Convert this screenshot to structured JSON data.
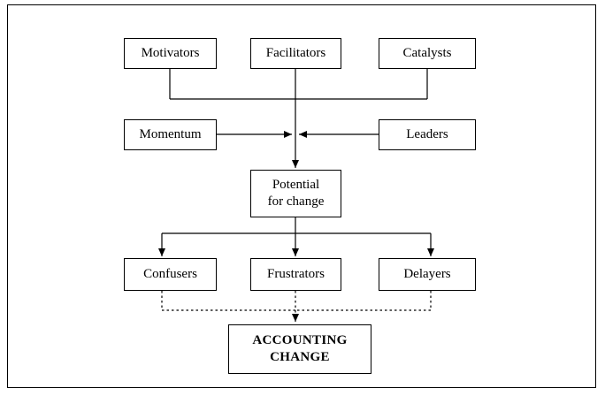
{
  "diagram": {
    "nodes": {
      "motivators": {
        "label": "Motivators"
      },
      "facilitators": {
        "label": "Facilitators"
      },
      "catalysts": {
        "label": "Catalysts"
      },
      "momentum": {
        "label": "Momentum"
      },
      "leaders": {
        "label": "Leaders"
      },
      "potential_for_change": {
        "lines": [
          "Potential",
          "for change"
        ]
      },
      "confusers": {
        "label": "Confusers"
      },
      "frustrators": {
        "label": "Frustrators"
      },
      "delayers": {
        "label": "Delayers"
      },
      "accounting_change": {
        "lines": [
          "ACCOUNTING",
          "CHANGE"
        ]
      }
    },
    "colors": {
      "line": "#000000",
      "box_border": "#000000",
      "background": "#ffffff",
      "text": "#000000"
    },
    "connector_styles": {
      "upper_flow": "solid",
      "lower_flow_to_accounting_change": "dotted"
    }
  }
}
